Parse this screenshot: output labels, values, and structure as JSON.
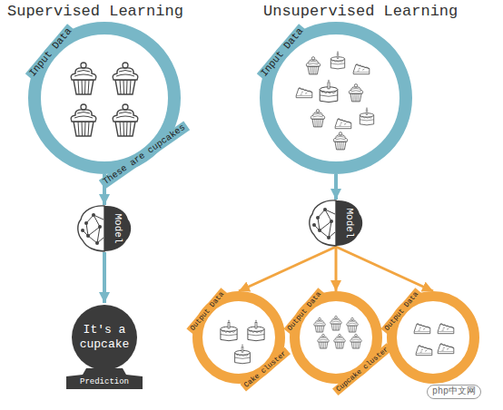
{
  "diagram": {
    "nodes": [
      {
        "text": [
          "Input Data",
          "These are cupcakes"
        ]
      },
      {
        "text": [
          "Model"
        ]
      },
      {
        "text": [
          "It's a cupcake",
          "Prediction"
        ]
      },
      {
        "text": [
          "Input Data"
        ]
      },
      {
        "text": [
          "Model"
        ]
      },
      {
        "text": [
          "Output Data",
          "Cake cluster"
        ]
      },
      {
        "text": [
          "Output Data",
          "Cupcake cluster"
        ]
      },
      {
        "text": [
          "Output Data"
        ]
      }
    ],
    "edges": [
      {
        "from": 0,
        "to": 1,
        "arrow": "to"
      },
      {
        "from": 1,
        "to": 2,
        "arrow": "to"
      },
      {
        "from": 3,
        "to": 4,
        "arrow": "to"
      },
      {
        "from": 4,
        "to": 5,
        "arrow": "to"
      },
      {
        "from": 4,
        "to": 6,
        "arrow": "to"
      },
      {
        "from": 4,
        "to": 7,
        "arrow": "to"
      }
    ],
    "labels": [
      "Supervised Learning",
      "Unsupervised Learning",
      "php中文网"
    ]
  }
}
